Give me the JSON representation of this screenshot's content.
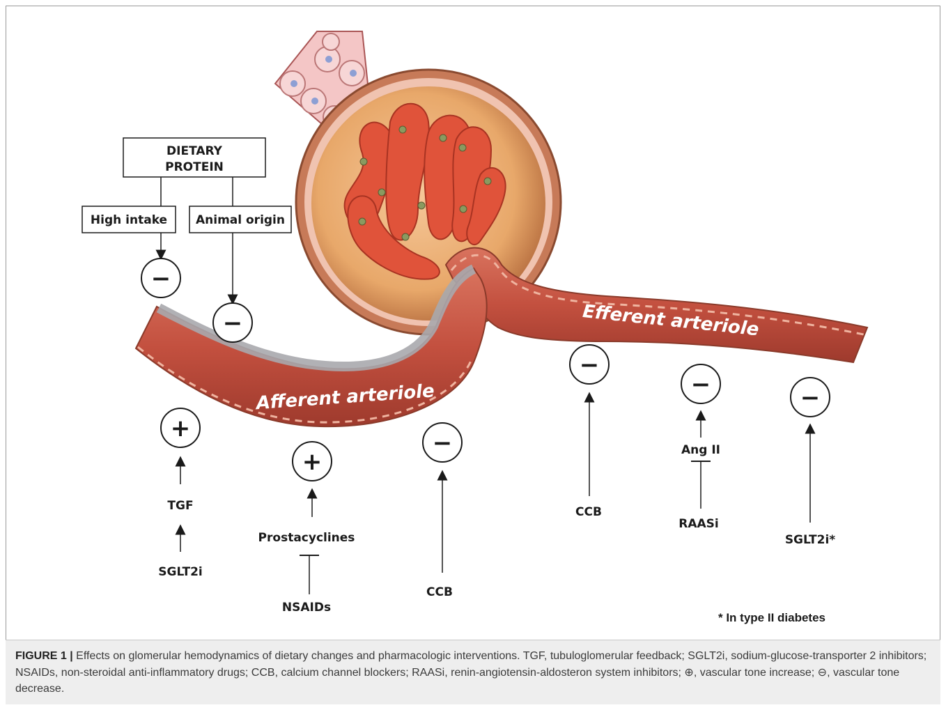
{
  "diagram": {
    "dietary_protein": "DIETARY\nPROTEIN",
    "high_intake": "High intake",
    "animal_origin": "Animal origin",
    "afferent_label": "Afferent arteriole",
    "efferent_label": "Efferent arteriole",
    "tgf": "TGF",
    "sglt2i": "SGLT2i",
    "prostacyclines": "Prostacyclines",
    "nsaids": "NSAIDs",
    "ccb_afferent": "CCB",
    "ccb_efferent": "CCB",
    "ang2": "Ang II",
    "raasi": "RAASi",
    "sglt2i_star": "SGLT2i*",
    "footnote": "* In type II diabetes",
    "plus_symbol": "+",
    "minus_symbol": "−"
  },
  "caption": {
    "title": "FIGURE 1 |",
    "text": "Effects on glomerular hemodynamics of dietary changes and pharmacologic interventions. TGF, tubuloglomerular feedback; SGLT2i, sodium-glucose-transporter 2 inhibitors; NSAIDs, non-steroidal anti-inflammatory drugs; CCB, calcium channel blockers; RAASi, renin-angiotensin-aldosteron system inhibitors; ⊕, vascular tone increase; ⊖, vascular tone decrease."
  },
  "colors": {
    "capsule": "#e8a86a",
    "capillary": "#e0533a",
    "vessel": "#c8604e",
    "vessel_wall": "#a9a9ad"
  }
}
